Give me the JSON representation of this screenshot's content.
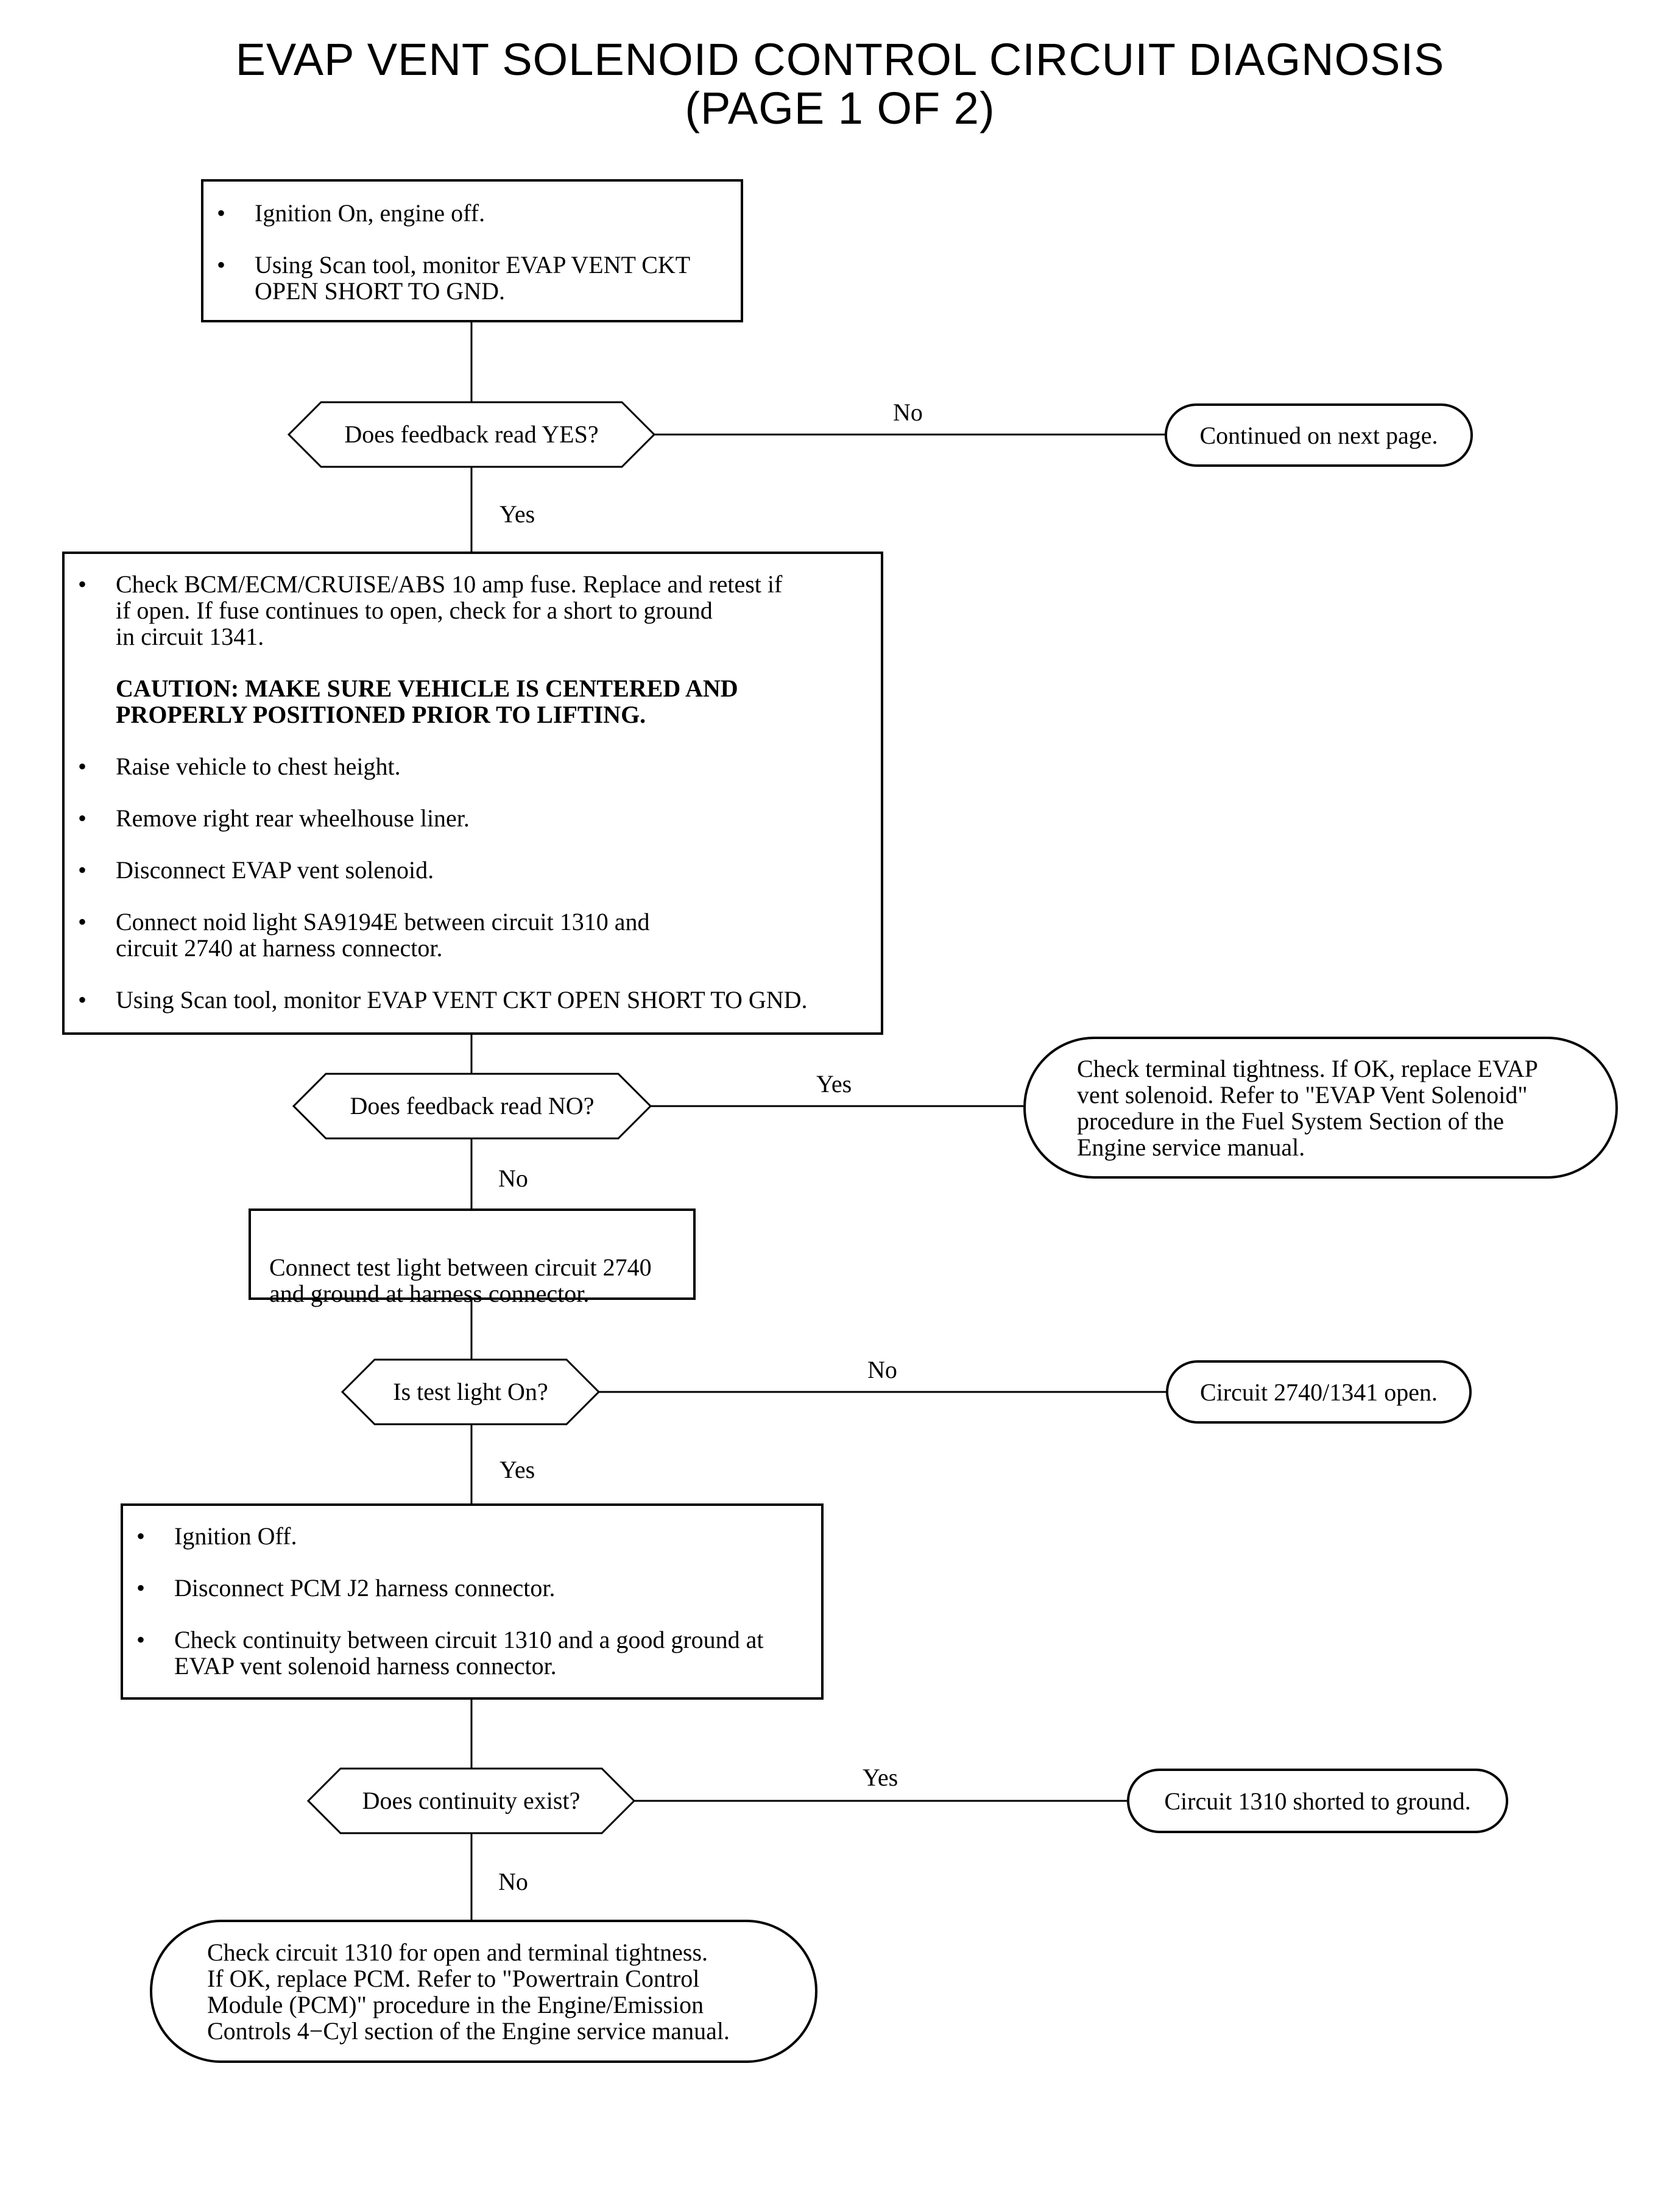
{
  "title": {
    "line1": "EVAP VENT SOLENOID CONTROL CIRCUIT DIAGNOSIS",
    "line2": "(PAGE 1 OF 2)"
  },
  "step1": {
    "items": [
      "Ignition On, engine off.",
      "Using Scan tool, monitor EVAP VENT CKT\nOPEN SHORT TO GND."
    ]
  },
  "decision1": {
    "question": "Does feedback read YES?",
    "no_label": "No",
    "yes_label": "Yes"
  },
  "outcome1": {
    "text": "Continued on next page."
  },
  "step2": {
    "item1": "Check BCM/ECM/CRUISE/ABS 10 amp fuse. Replace and retest if\nif open. If fuse continues to open, check for a short to ground\nin circuit 1341.",
    "caution": "CAUTION:  MAKE SURE VEHICLE IS CENTERED AND\nPROPERLY POSITIONED PRIOR TO LIFTING.",
    "items": [
      "Raise vehicle to chest height.",
      "Remove right rear wheelhouse liner.",
      "Disconnect EVAP vent solenoid.",
      "Connect noid light SA9194E between circuit 1310 and\ncircuit 2740 at harness connector.",
      "Using Scan tool, monitor EVAP VENT CKT OPEN SHORT TO GND."
    ]
  },
  "decision2": {
    "question": "Does feedback read NO?",
    "yes_label": "Yes",
    "no_label": "No"
  },
  "outcome2": {
    "text": "Check terminal tightness. If OK, replace EVAP\nvent solenoid. Refer to \"EVAP Vent Solenoid\"\nprocedure in the Fuel System Section of the\nEngine service manual."
  },
  "step3": {
    "text": "Connect test light between circuit 2740\nand ground at harness connector."
  },
  "decision3": {
    "question": "Is test light On?",
    "no_label": "No",
    "yes_label": "Yes"
  },
  "outcome3": {
    "text": "Circuit 2740/1341 open."
  },
  "step4": {
    "items": [
      "Ignition Off.",
      "Disconnect PCM J2 harness connector.",
      "Check continuity between circuit 1310 and a good ground at\nEVAP vent solenoid harness connector."
    ]
  },
  "decision4": {
    "question": "Does continuity exist?",
    "yes_label": "Yes",
    "no_label": "No"
  },
  "outcome4": {
    "text": "Circuit 1310 shorted to ground."
  },
  "final": {
    "text": "Check circuit 1310 for open and terminal tightness.\nIf OK, replace PCM. Refer to \"Powertrain Control\nModule (PCM)\" procedure in the Engine/Emission\nControls 4−Cyl section of the Engine service manual."
  }
}
